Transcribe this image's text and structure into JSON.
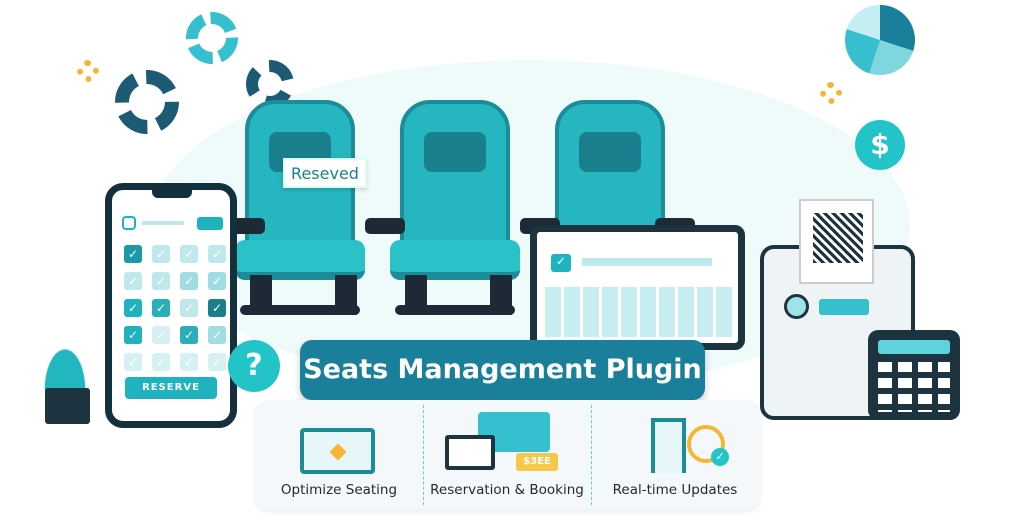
{
  "title": "Seats Management Plugin",
  "reserved_tag": "Reseved",
  "phone": {
    "reserve_button": "RESERVE"
  },
  "ticket_amount": "$3EE",
  "features": [
    {
      "label": "Optimize Seating",
      "icon": "seat-map-icon"
    },
    {
      "label": "Reservation & Booking",
      "icon": "booking-icon"
    },
    {
      "label": "Real-time Updates",
      "icon": "clock-check-icon"
    }
  ],
  "colors": {
    "teal": "#22c4c8",
    "dark_teal": "#1a7f9a",
    "navy": "#1d3340",
    "accent": "#f5b731"
  }
}
